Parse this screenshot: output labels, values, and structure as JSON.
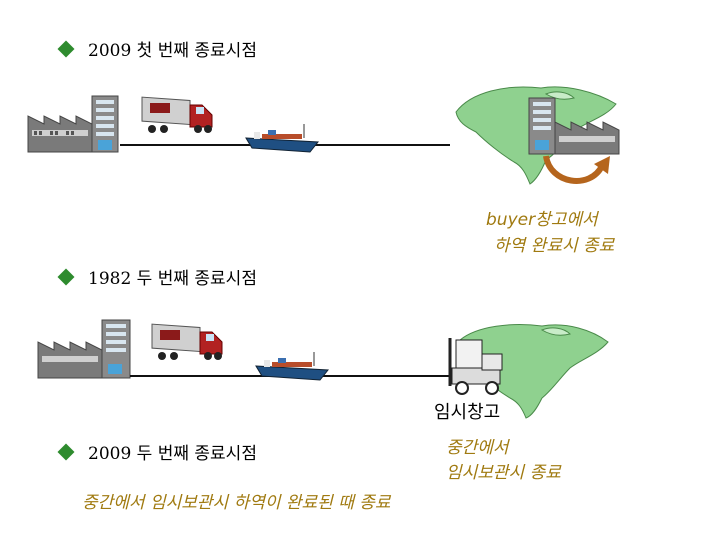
{
  "sections": [
    {
      "label": "2009 첫 번째 종료시점"
    },
    {
      "label": "1982 두 번째 종료시점"
    },
    {
      "label": "2009 두 번째 종료시점"
    }
  ],
  "notes": {
    "buyer_line1": "buyer창고에서",
    "buyer_line2": "하역 완료시 종료",
    "temp_warehouse": "임시창고",
    "middle_line1": "중간에서",
    "middle_line2": "임시보관시 종료",
    "footer": "중간에서 임시보관시 하역이 완료된 때 종료"
  },
  "colors": {
    "bullet": "#2e8b2e",
    "note_text": "#a07a10",
    "continent": "#8fd18f",
    "arrow": "#b5651d"
  },
  "icons": [
    "factory-icon",
    "office-building-icon",
    "truck-icon",
    "cargo-ship-icon",
    "north-america-map-icon",
    "forklift-icon",
    "curved-arrow-icon"
  ]
}
